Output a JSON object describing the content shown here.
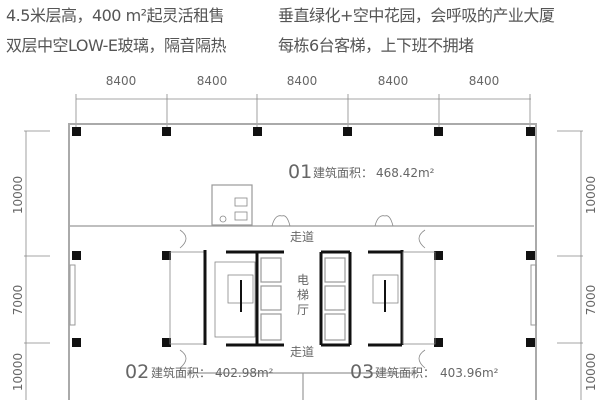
{
  "headline": {
    "left_line1": "4.5米层高，400 m²起灵活租售",
    "left_line2": "双层中空LOW-E玻璃，隔音隔热",
    "right_line1": "垂直绿化+空中花园，会呼吸的产业大厦",
    "right_line2": "每栋6台客梯，上下班不拥堵"
  },
  "dimensions": {
    "top": [
      "8400",
      "8400",
      "8400",
      "8400",
      "8400"
    ],
    "left": [
      "10000",
      "7000",
      "10000"
    ],
    "right": [
      "10000",
      "7000",
      "10000"
    ]
  },
  "units": [
    {
      "id": "01",
      "label": "建筑面积：",
      "area": "468.42m²"
    },
    {
      "id": "02",
      "label": "建筑面积：",
      "area": "402.98m²"
    },
    {
      "id": "03",
      "label": "建筑面积：",
      "area": "403.96m²"
    }
  ],
  "core": {
    "corridor_top": "走道",
    "corridor_bottom": "走道",
    "elevator_hall": [
      "电",
      "梯",
      "厅"
    ]
  }
}
